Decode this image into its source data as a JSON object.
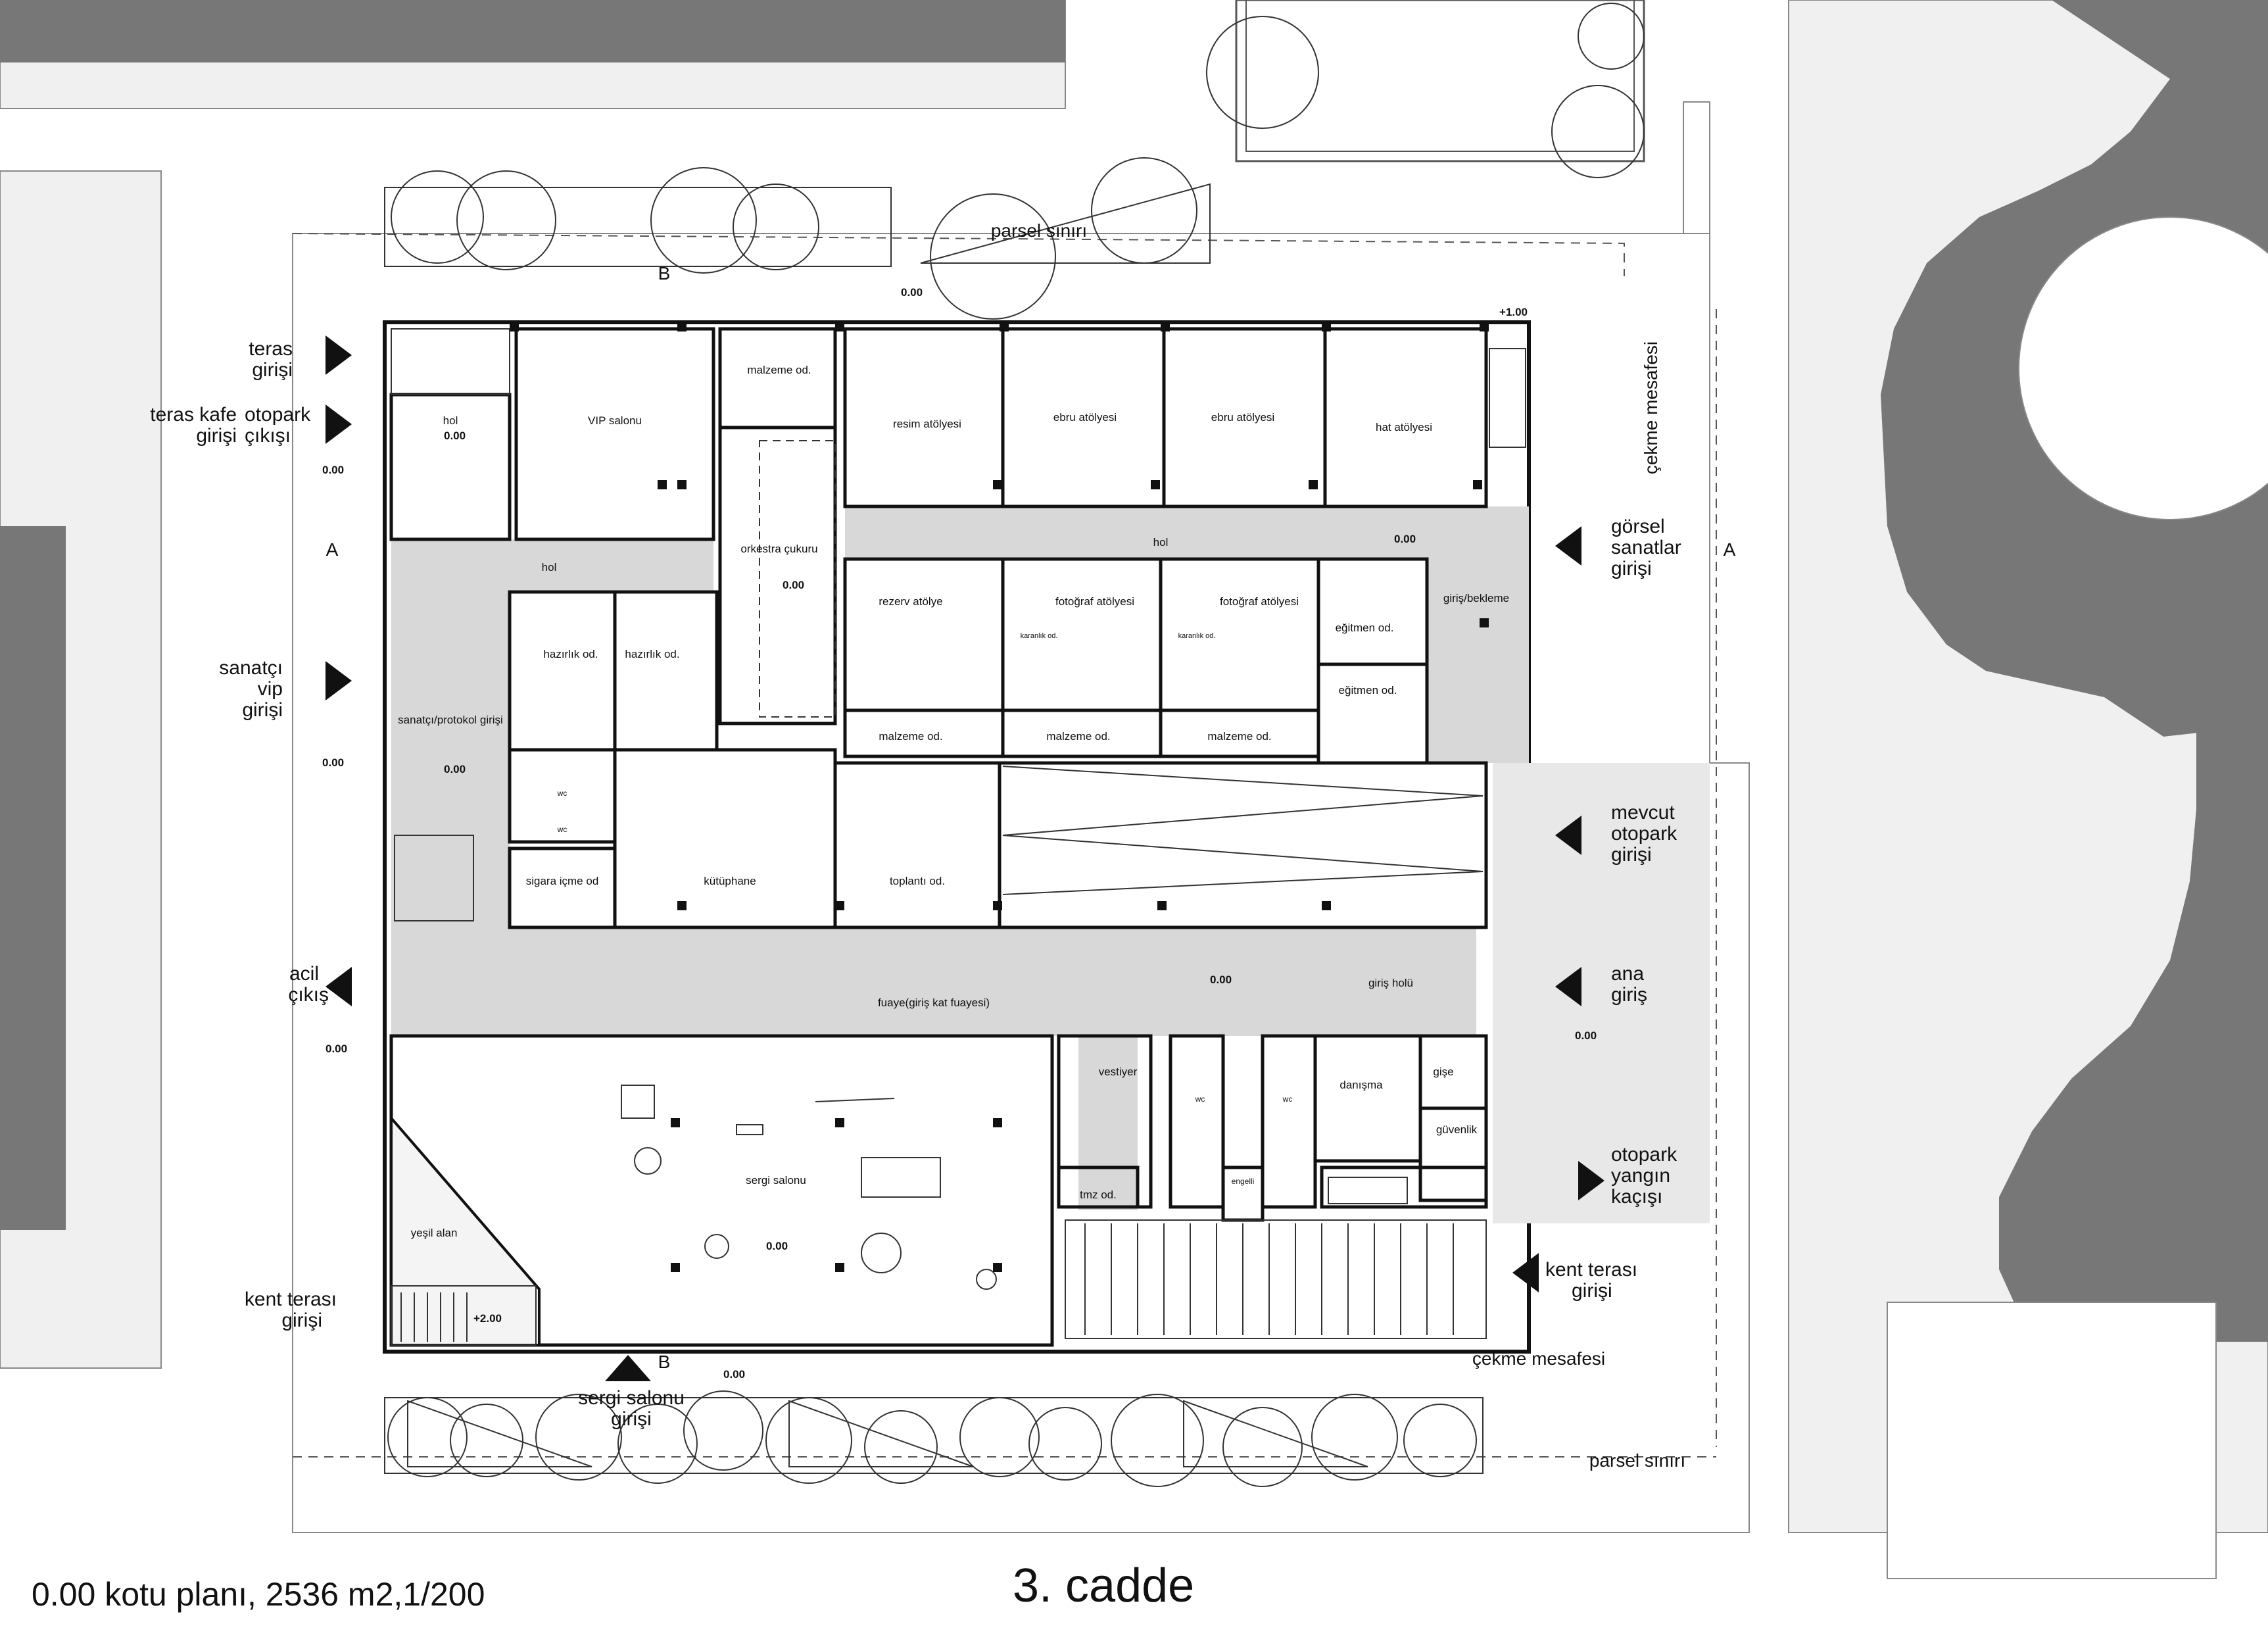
{
  "caption": "0.00 kotu planı, 2536 m2,1/200",
  "street_name": "3. cadde",
  "boundary_labels": {
    "parsel_top": "parsel sınırı",
    "parsel_bottom": "parsel sınırı",
    "setback_right": "çekme mesafesi",
    "setback_bottom": "çekme mesafesi"
  },
  "section_marks": {
    "a": "A",
    "b": "B"
  },
  "levels": {
    "zero": "0.00",
    "plus_one": "+1.00",
    "plus_two": "+2.00"
  },
  "rooms": {
    "hol_small": "hol",
    "vip_salonu": "VIP salonu",
    "malzeme_od": "malzeme od.",
    "resim_atolyesi": "resim atölyesi",
    "ebru_atolyesi": "ebru atölyesi",
    "hat_atolyesi": "hat atölyesi",
    "hol_left": "hol",
    "hol_right": "hol",
    "orkestra_cukuru": "orkestra çukuru",
    "rezerv_atolye": "rezerv atölye",
    "fotograf_atolyesi": "fotoğraf atölyesi",
    "karanlik_od": "karanlık od.",
    "giris_bekleme": "giriş/bekleme",
    "egitmen_od": "eğitmen od.",
    "hazirlik_od": "hazırlık od.",
    "sanatci_protokol": "sanatçı/protokol girişi",
    "wc": "wc",
    "sigara_icme": "sigara içme od",
    "kutuphane": "kütüphane",
    "toplanti_od": "toplantı od.",
    "fuaye": "fuaye(giriş kat fuayesi)",
    "giris_holu": "giriş holü",
    "vestiyer": "vestiyer",
    "danisma": "danışma",
    "gise": "gişe",
    "guvenlik": "güvenlik",
    "tmz_od": "tmz od.",
    "engelli": "engelli",
    "sergi_salonu": "sergi salonu",
    "yesil_alan": "yeşil alan"
  },
  "entrances": {
    "teras_girisi": [
      "teras",
      "girişi"
    ],
    "teras_kafe": [
      "teras kafe",
      "girişi"
    ],
    "otopark_cikisi": [
      "otopark",
      "çıkışı"
    ],
    "sanatci_vip": [
      "sanatçı",
      "vip",
      "girişi"
    ],
    "acil_cikis": [
      "acil",
      "çıkış"
    ],
    "kent_terasi_left": [
      "kent terası",
      "girişi"
    ],
    "sergi_salonu_girisi": [
      "sergi salonu",
      "girişi"
    ],
    "gorsel_sanatlar": [
      "görsel",
      "sanatlar",
      "girişi"
    ],
    "mevcut_otopark": [
      "mevcut",
      "otopark",
      "girişi"
    ],
    "ana_giris": [
      "ana",
      "giriş"
    ],
    "otopark_yangin": [
      "otopark",
      "yangın",
      "kaçışı"
    ],
    "kent_terasi_right": [
      "kent terası",
      "girişi"
    ]
  }
}
